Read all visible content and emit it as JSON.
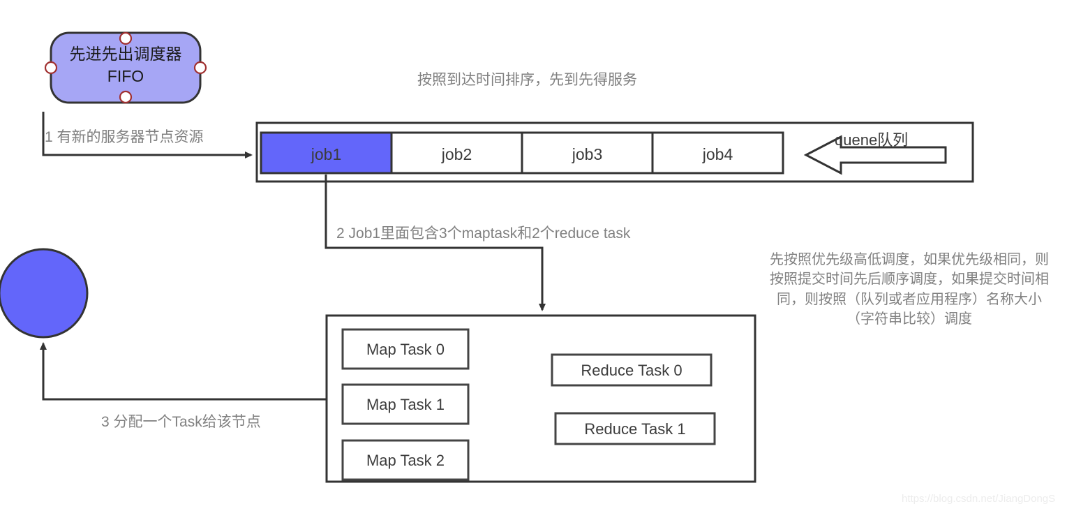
{
  "diagram": {
    "title": "FIFO Scheduler Diagram",
    "fifo_node": {
      "line1": "先进先出调度器",
      "line2": "FIFO",
      "fill_color": "#a6a6f5",
      "stroke_color": "#333333",
      "handle_color": "#a03030"
    },
    "node_circle": {
      "name": "server-node",
      "fill_color": "#6366fa",
      "stroke_color": "#333333"
    },
    "queue": {
      "note": "quene队列",
      "top_annotation": "按照到达时间排序，先到先得服务",
      "jobs": [
        {
          "label": "job1",
          "active": true
        },
        {
          "label": "job2",
          "active": false
        },
        {
          "label": "job3",
          "active": false
        },
        {
          "label": "job4",
          "active": false
        }
      ],
      "active_fill": "#6366fa",
      "idle_fill": "#ffffff"
    },
    "annotations": {
      "step1": "1 有新的服务器节点资源",
      "step2": "2 Job1里面包含3个maptask和2个reduce task",
      "step3": "3 分配一个Task给该节点",
      "priority_note": "先按照优先级高低调度，如果优先级相同，则按照提交时间先后顺序调度，如果提交时间相同，则按照（队列或者应用程序）名称大小（字符串比较）调度"
    },
    "task_container": {
      "map_tasks": [
        "Map Task 0",
        "Map Task 1",
        "Map Task 2"
      ],
      "reduce_tasks": [
        "Reduce Task 0",
        "Reduce Task 1"
      ]
    },
    "watermark": "https://blog.csdn.net/JiangDongS"
  }
}
